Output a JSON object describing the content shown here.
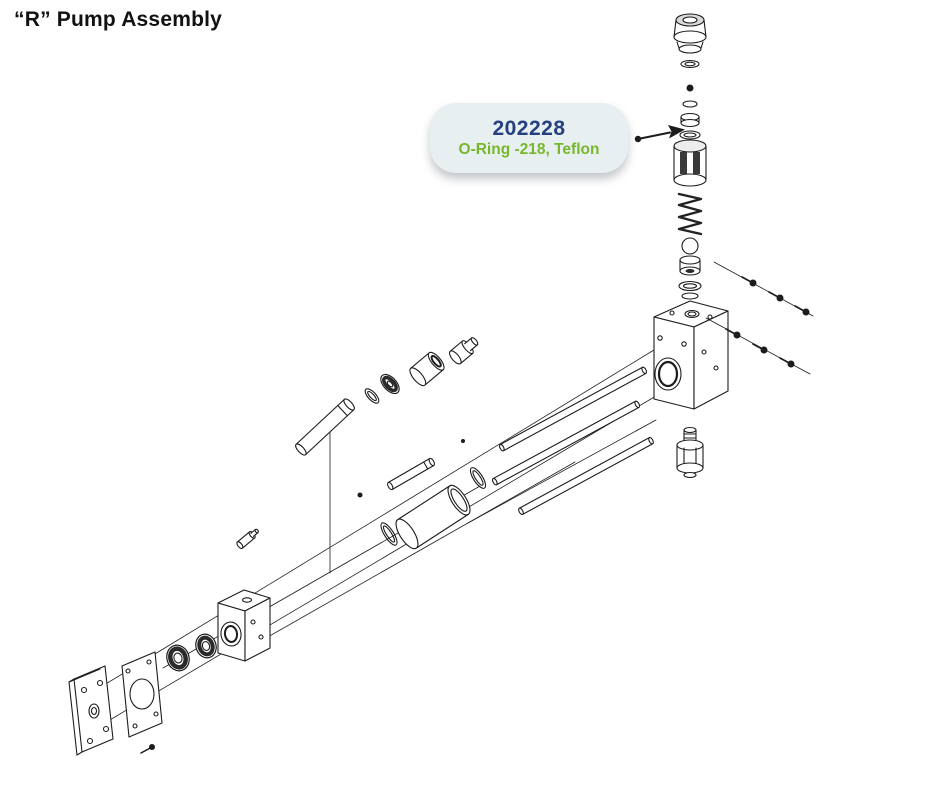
{
  "page": {
    "title": "“R” Pump Assembly"
  },
  "callout": {
    "part_number": "202228",
    "description": "O-Ring -218, Teflon"
  },
  "colors": {
    "accent_blue": "#24407e",
    "accent_green": "#76b82a",
    "bubble_bg": "#e8eff1",
    "line_color": "#1c1c1c",
    "page_bg": "#ffffff"
  }
}
